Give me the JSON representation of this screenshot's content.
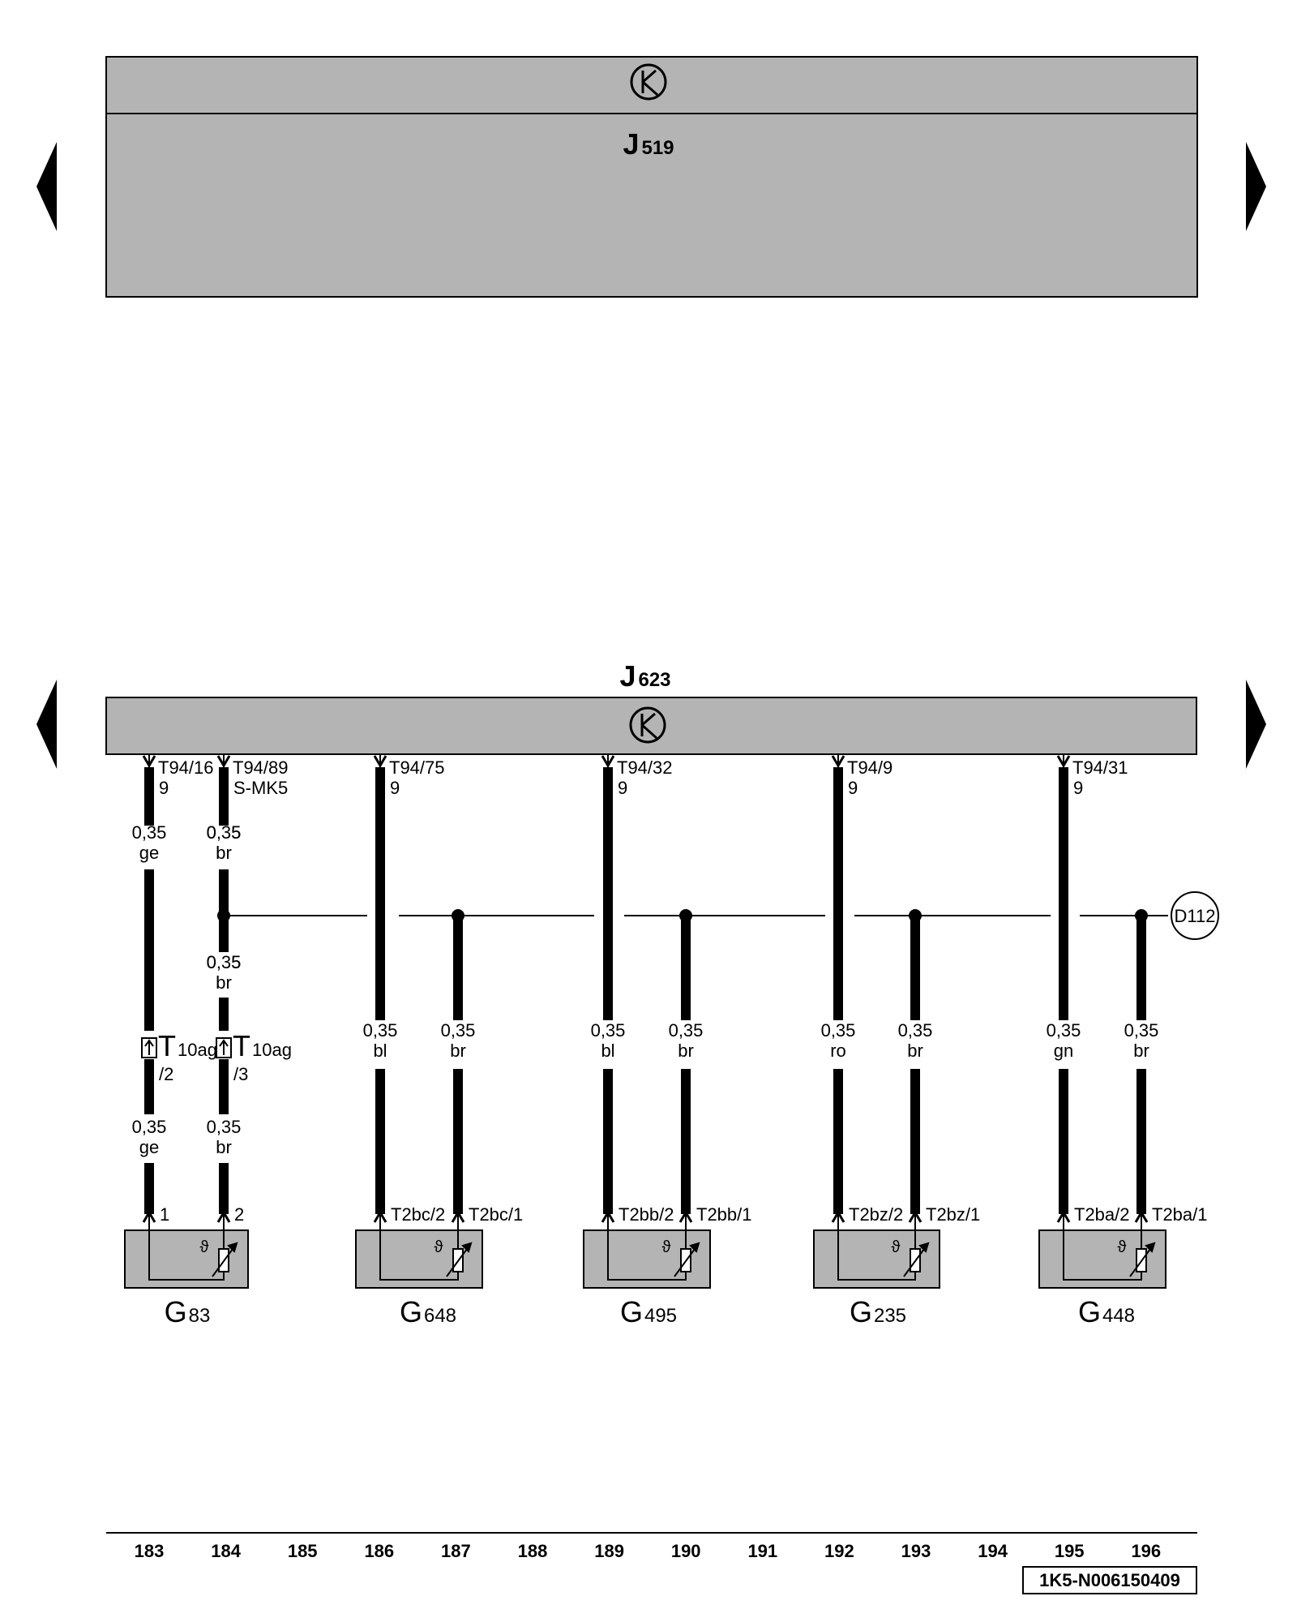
{
  "modules": {
    "top": {
      "name": "J",
      "sub": "519"
    },
    "bottom": {
      "name": "J",
      "sub": "623"
    }
  },
  "wires": [
    {
      "terminal": "T94/16",
      "pin_extra": "9",
      "upper": {
        "size": "0,35",
        "color": "ge"
      },
      "lower": {
        "size": "0,35",
        "color": "ge"
      },
      "connector": {
        "name": "T",
        "sub": "10ag",
        "pin": "/2"
      },
      "sensor_pin": "1"
    },
    {
      "terminal": "T94/89",
      "pin_extra": "S-MK5",
      "upper": {
        "size": "0,35",
        "color": "br"
      },
      "mid": {
        "size": "0,35",
        "color": "br"
      },
      "lower": {
        "size": "0,35",
        "color": "br"
      },
      "connector": {
        "name": "T",
        "sub": "10ag",
        "pin": "/3"
      },
      "sensor_pin": "2"
    },
    {
      "terminal": "T94/75",
      "pin_extra": "9",
      "lower": {
        "size": "0,35",
        "color": "bl"
      },
      "sensor_pin": "T2bc/2"
    },
    {
      "lower": {
        "size": "0,35",
        "color": "br"
      },
      "sensor_pin": "T2bc/1"
    },
    {
      "terminal": "T94/32",
      "pin_extra": "9",
      "lower": {
        "size": "0,35",
        "color": "bl"
      },
      "sensor_pin": "T2bb/2"
    },
    {
      "lower": {
        "size": "0,35",
        "color": "br"
      },
      "sensor_pin": "T2bb/1"
    },
    {
      "terminal": "T94/9",
      "pin_extra": "9",
      "lower": {
        "size": "0,35",
        "color": "ro"
      },
      "sensor_pin": "T2bz/2"
    },
    {
      "lower": {
        "size": "0,35",
        "color": "br"
      },
      "sensor_pin": "T2bz/1"
    },
    {
      "terminal": "T94/31",
      "pin_extra": "9",
      "lower": {
        "size": "0,35",
        "color": "gn"
      },
      "sensor_pin": "T2ba/2"
    },
    {
      "lower": {
        "size": "0,35",
        "color": "br"
      },
      "sensor_pin": "T2ba/1"
    }
  ],
  "sensors": [
    {
      "name": "G",
      "sub": "83"
    },
    {
      "name": "G",
      "sub": "648"
    },
    {
      "name": "G",
      "sub": "495"
    },
    {
      "name": "G",
      "sub": "235"
    },
    {
      "name": "G",
      "sub": "448"
    }
  ],
  "ground_ref": "D112",
  "symbols": {
    "thermo": "ϑ"
  },
  "track_numbers": [
    "183",
    "184",
    "185",
    "186",
    "187",
    "188",
    "189",
    "190",
    "191",
    "192",
    "193",
    "194",
    "195",
    "196"
  ],
  "doc_code": "1K5-N006150409",
  "colors": {
    "module_fill": "#b4b4b4",
    "wire": "#000000",
    "background": "#ffffff"
  }
}
